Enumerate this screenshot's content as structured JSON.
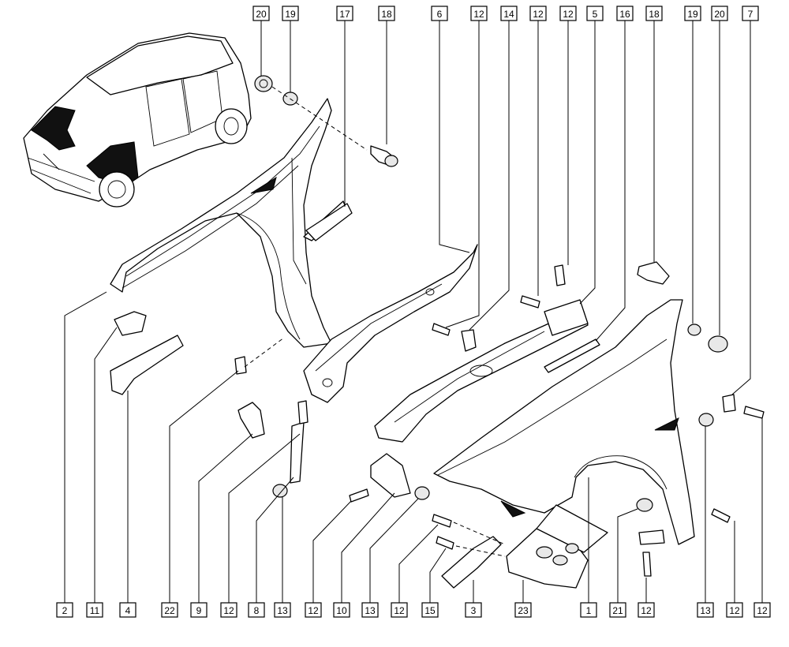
{
  "callouts_top": [
    "20",
    "19",
    "17",
    "18",
    "6",
    "12",
    "14",
    "12",
    "12",
    "5",
    "16",
    "18",
    "19",
    "20",
    "7"
  ],
  "callouts_bottom": [
    "2",
    "11",
    "4",
    "22",
    "9",
    "12",
    "8",
    "13",
    "12",
    "10",
    "13",
    "12",
    "15",
    "3",
    "23",
    "1",
    "21",
    "12",
    "13",
    "12",
    "12"
  ]
}
